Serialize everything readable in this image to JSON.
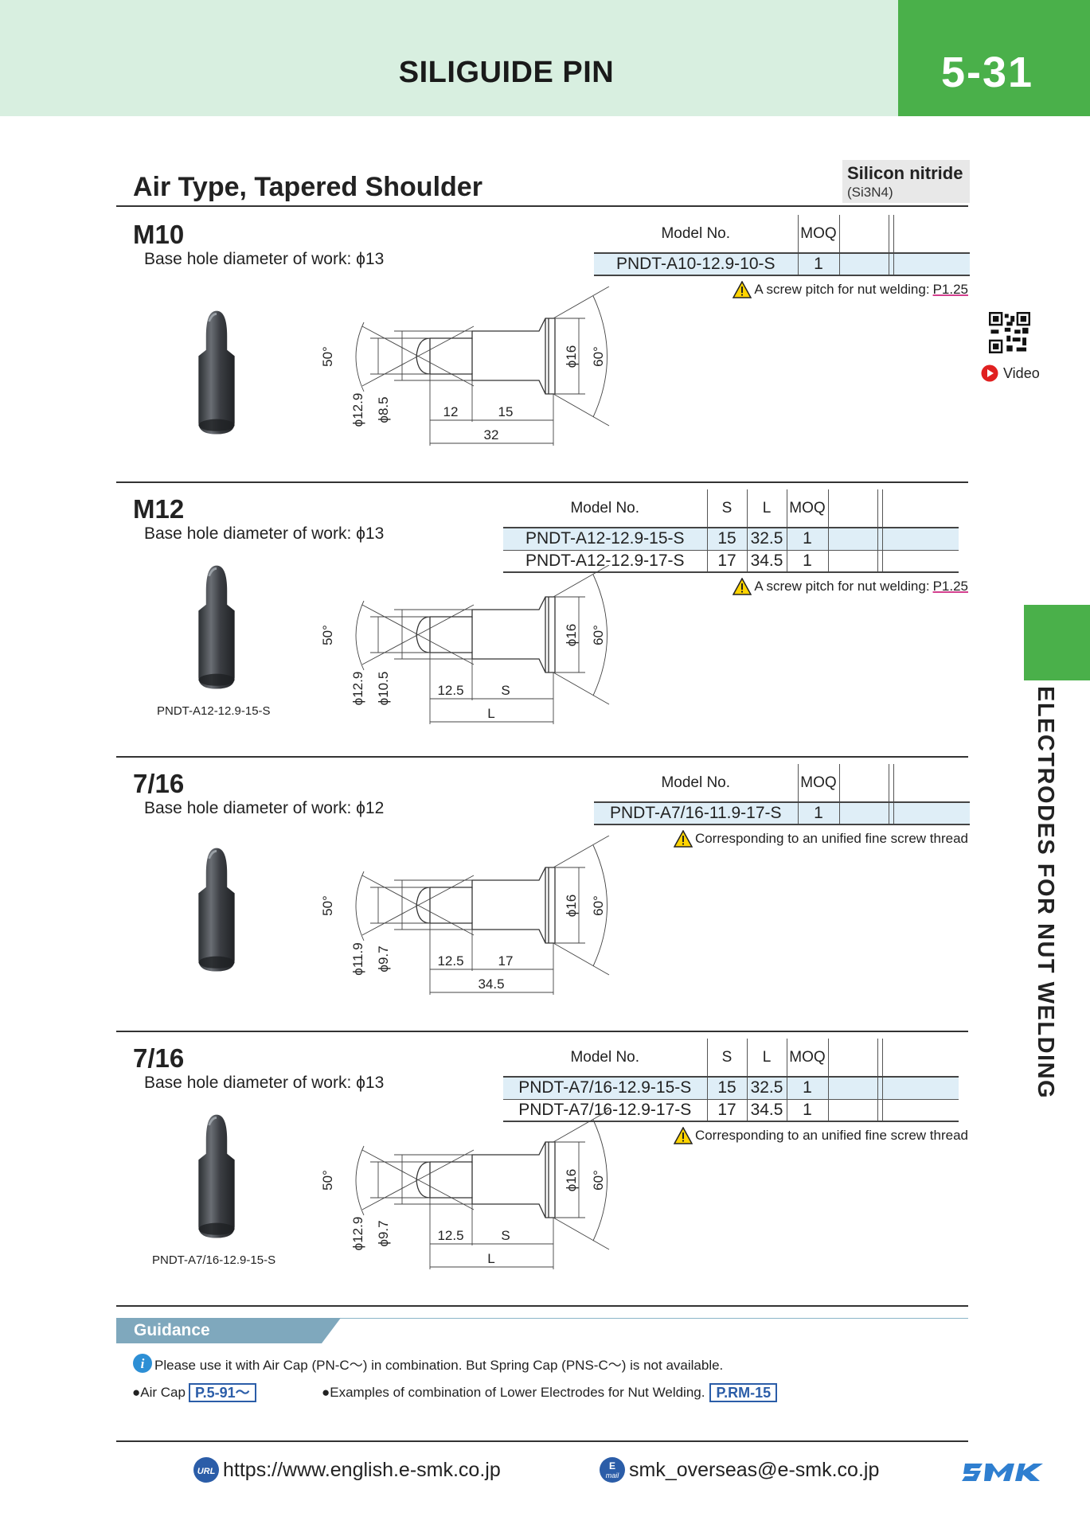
{
  "header": {
    "title": "SILIGUIDE PIN",
    "page_number": "5-31"
  },
  "material": {
    "name": "Silicon nitride",
    "formula": "(Si3N4)"
  },
  "main_title": "Air Type, Tapered Shoulder",
  "side_tab": "ELECTRODES FOR NUT WELDING",
  "video_label": "Video",
  "sections": [
    {
      "title": "M10",
      "base": "Base hole diameter of work: ϕ13",
      "headers": [
        "Model No.",
        "MOQ"
      ],
      "rows": [
        [
          "PNDT-A10-12.9-10-S",
          "1"
        ]
      ],
      "note": "A screw pitch for nut welding:",
      "note_ref": "P1.25",
      "dims": {
        "angle_left": "50°",
        "angle_right": "60°",
        "d_outer": "ϕ12.9",
        "d_inner": "ϕ8.5",
        "d_head": "ϕ16",
        "a": "12",
        "b": "15",
        "total": "32"
      },
      "photo_label": ""
    },
    {
      "title": "M12",
      "base": "Base hole diameter of work: ϕ13",
      "headers": [
        "Model No.",
        "S",
        "L",
        "MOQ"
      ],
      "rows": [
        [
          "PNDT-A12-12.9-15-S",
          "15",
          "32.5",
          "1"
        ],
        [
          "PNDT-A12-12.9-17-S",
          "17",
          "34.5",
          "1"
        ]
      ],
      "note": "A screw pitch for nut welding:",
      "note_ref": "P1.25",
      "dims": {
        "angle_left": "50°",
        "angle_right": "60°",
        "d_outer": "ϕ12.9",
        "d_inner": "ϕ10.5",
        "d_head": "ϕ16",
        "a": "12.5",
        "b": "S",
        "total": "L"
      },
      "photo_label": "PNDT-A12-12.9-15-S"
    },
    {
      "title": "7/16",
      "base": "Base hole diameter of work: ϕ12",
      "headers": [
        "Model No.",
        "MOQ"
      ],
      "rows": [
        [
          "PNDT-A7/16-11.9-17-S",
          "1"
        ]
      ],
      "note": "Corresponding to an unified fine screw thread",
      "note_ref": "",
      "dims": {
        "angle_left": "50°",
        "angle_right": "60°",
        "d_outer": "ϕ11.9",
        "d_inner": "ϕ9.7",
        "d_head": "ϕ16",
        "a": "12.5",
        "b": "17",
        "total": "34.5"
      },
      "photo_label": ""
    },
    {
      "title": "7/16",
      "base": "Base hole diameter of work: ϕ13",
      "headers": [
        "Model No.",
        "S",
        "L",
        "MOQ"
      ],
      "rows": [
        [
          "PNDT-A7/16-12.9-15-S",
          "15",
          "32.5",
          "1"
        ],
        [
          "PNDT-A7/16-12.9-17-S",
          "17",
          "34.5",
          "1"
        ]
      ],
      "note": "Corresponding to an unified fine screw thread",
      "note_ref": "",
      "dims": {
        "angle_left": "50°",
        "angle_right": "60°",
        "d_outer": "ϕ12.9",
        "d_inner": "ϕ9.7",
        "d_head": "ϕ16",
        "a": "12.5",
        "b": "S",
        "total": "L"
      },
      "photo_label": "PNDT-A7/16-12.9-15-S"
    }
  ],
  "guidance": {
    "label": "Guidance",
    "info": "Please use it with Air Cap (PN-C～) in combination. But Spring Cap (PNS-C～) is not available.",
    "item1": "●Air Cap",
    "item1_ref": "P.5-91～",
    "item2": "●Examples of combination of Lower Electrodes for Nut Welding.",
    "item2_ref": "P.RM-15"
  },
  "footer": {
    "url": "https://www.english.e-smk.co.jp",
    "email": "smk_overseas@e-smk.co.jp",
    "logo": "SMK"
  },
  "colors": {
    "green": "#4ab04a",
    "header_bg": "#d8efe0",
    "table_highlight": "#dfeef7",
    "link_blue": "#2b5da8",
    "guide_blue": "#7fa8bd"
  },
  "icons": [
    "warning-icon",
    "qr-code-icon",
    "video-play-icon",
    "info-icon",
    "url-icon",
    "email-icon"
  ]
}
